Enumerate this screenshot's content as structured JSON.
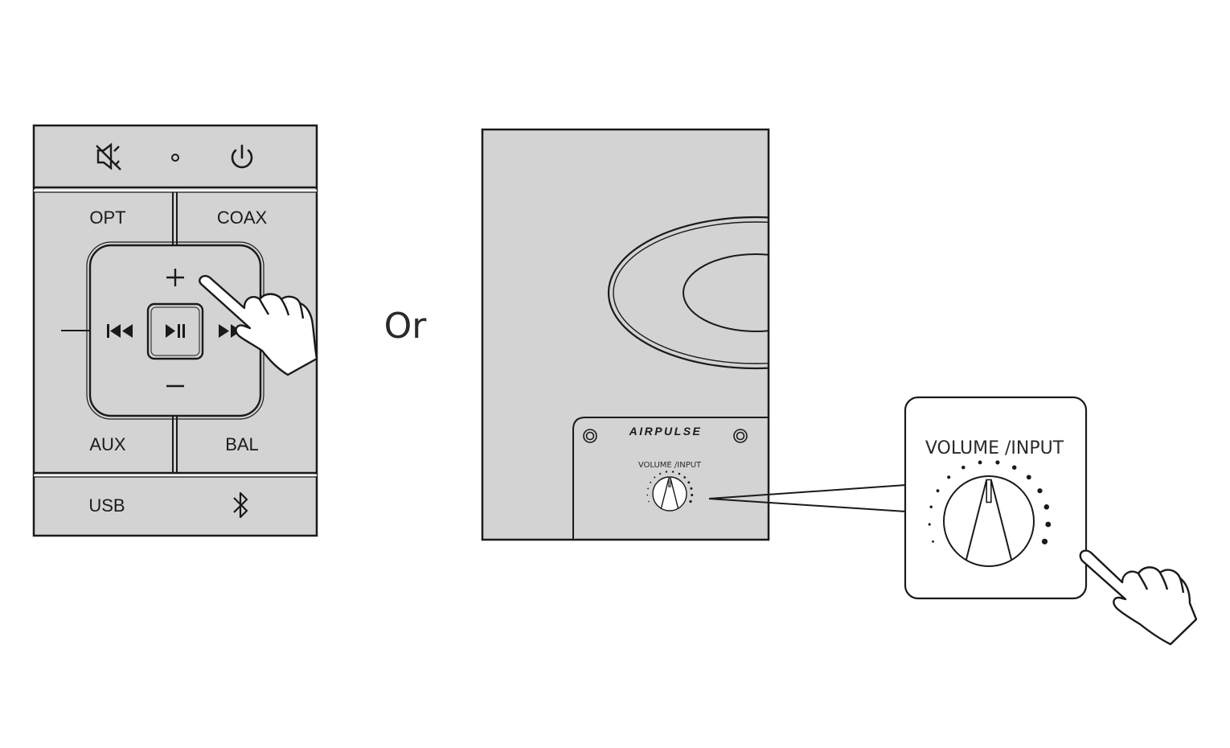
{
  "remote": {
    "mute_icon": "mute-icon",
    "indicator_icon": "led-indicator-icon",
    "power_icon": "power-icon",
    "opt_label": "OPT",
    "coax_label": "COAX",
    "volume_up_icon": "plus-icon",
    "volume_down_icon": "minus-icon",
    "previous_icon": "skip-previous-icon",
    "play_pause_icon": "play-pause-icon",
    "next_icon": "skip-next-icon",
    "aux_label": "AUX",
    "bal_label": "BAL",
    "usb_label": "USB",
    "bluetooth_icon": "bluetooth-icon",
    "hand_icon": "pointing-hand-icon"
  },
  "separator": {
    "label": "Or"
  },
  "speaker": {
    "brand": "AIRPULSE",
    "knob_label": "VOLUME /INPUT",
    "knob_icon": "volume-input-knob-icon"
  },
  "zoom_callout": {
    "label": "VOLUME /INPUT",
    "knob_icon": "volume-input-knob-icon",
    "hand_icon": "pointing-hand-icon"
  },
  "colors": {
    "panel_fill": "#d3d3d3",
    "stroke": "#1a1a1a",
    "background": "#ffffff"
  }
}
